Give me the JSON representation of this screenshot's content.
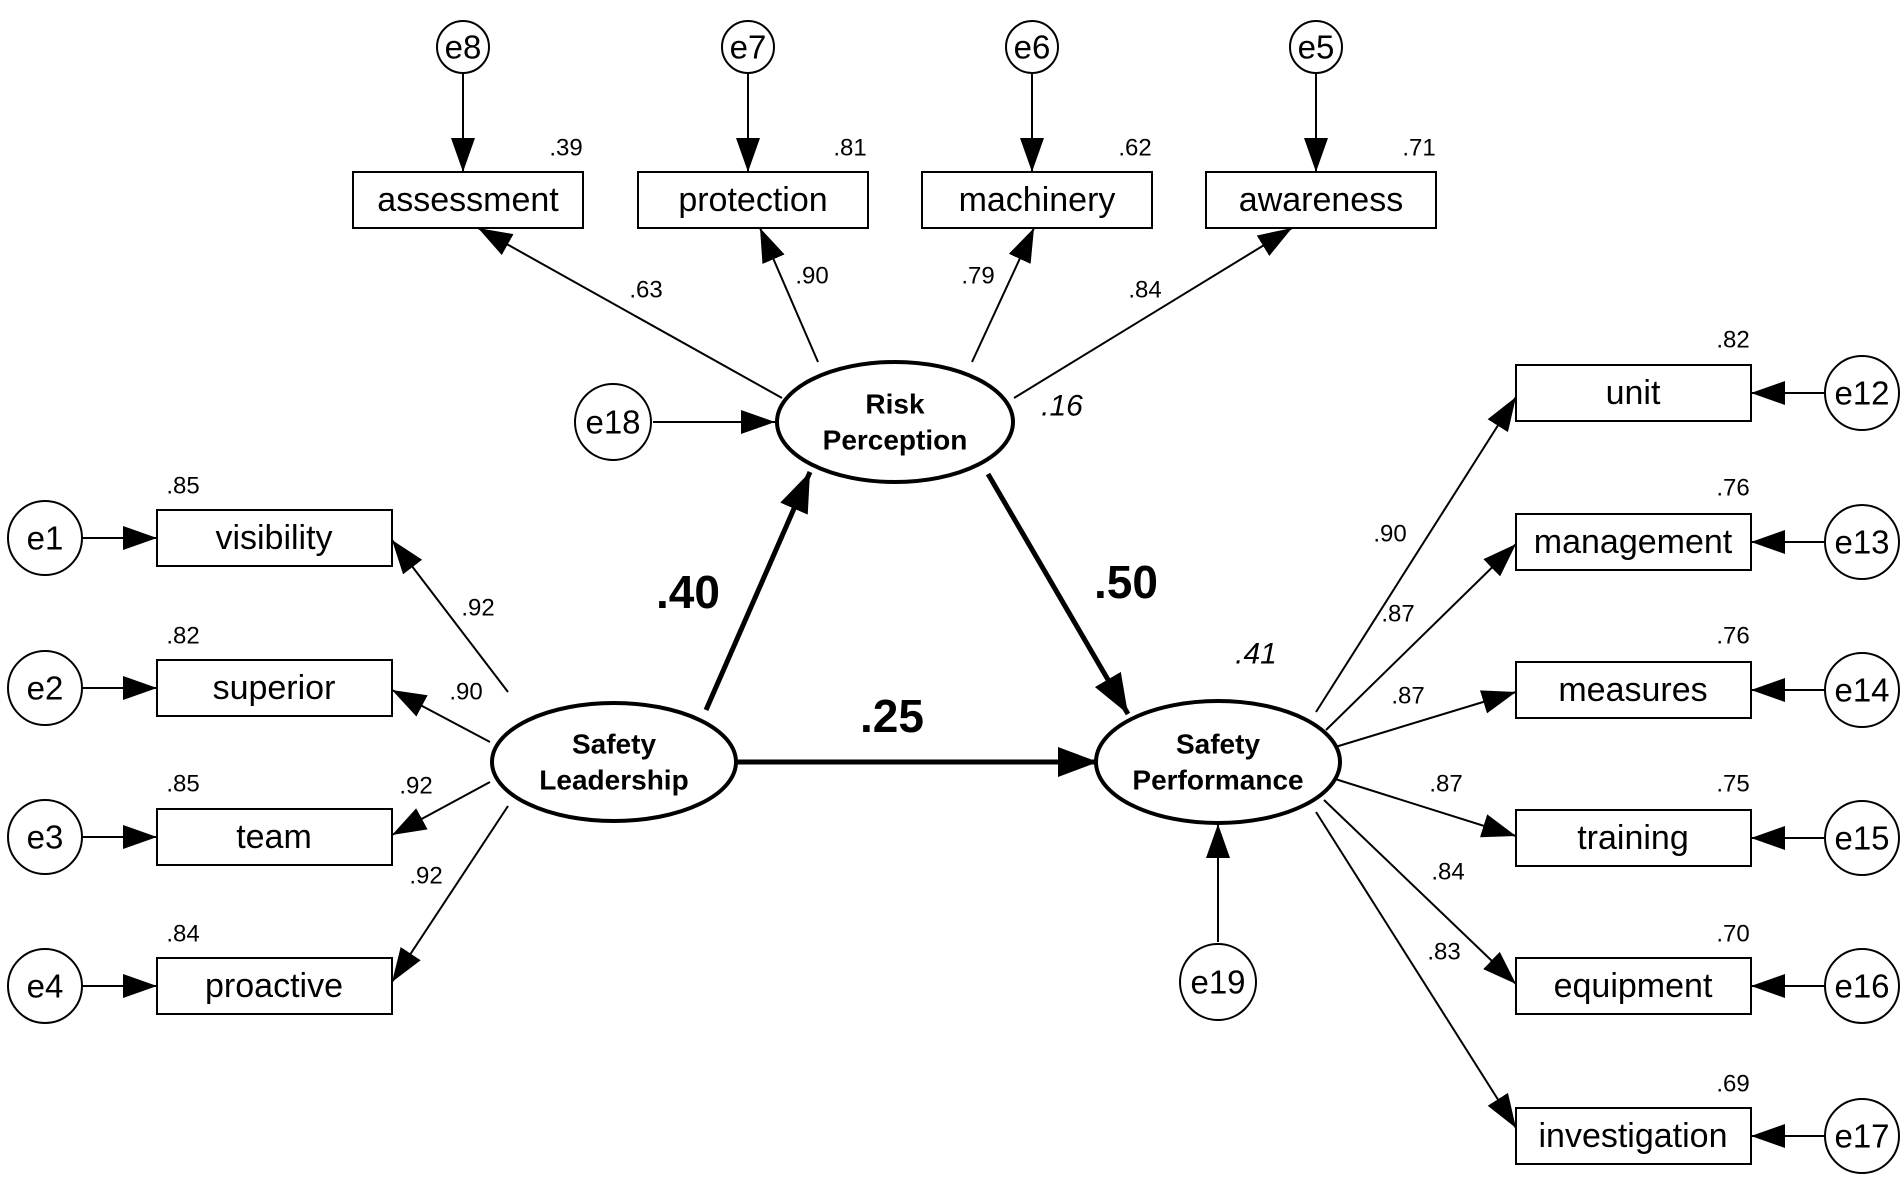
{
  "latents": {
    "risk": {
      "line1": "Risk",
      "line2": "Perception",
      "r2": ".16"
    },
    "lead": {
      "line1": "Safety",
      "line2": "Leadership"
    },
    "perf": {
      "line1": "Safety",
      "line2": "Performance",
      "r2": ".41"
    }
  },
  "disturbances": {
    "e18": "e18",
    "e19": "e19"
  },
  "structural_paths": {
    "lead_to_risk": ".40",
    "risk_to_perf": ".50",
    "lead_to_perf": ".25"
  },
  "risk_indicators": [
    {
      "label": "assessment",
      "error": "e8",
      "r2": ".39",
      "loading": ".63"
    },
    {
      "label": "protection",
      "error": "e7",
      "r2": ".81",
      "loading": ".90"
    },
    {
      "label": "machinery",
      "error": "e6",
      "r2": ".62",
      "loading": ".79"
    },
    {
      "label": "awareness",
      "error": "e5",
      "r2": ".71",
      "loading": ".84"
    }
  ],
  "lead_indicators": [
    {
      "label": "visibility",
      "error": "e1",
      "r2": ".85",
      "loading": ".92"
    },
    {
      "label": "superior",
      "error": "e2",
      "r2": ".82",
      "loading": ".90"
    },
    {
      "label": "team",
      "error": "e3",
      "r2": ".85",
      "loading": ".92"
    },
    {
      "label": "proactive",
      "error": "e4",
      "r2": ".84",
      "loading": ".92"
    }
  ],
  "perf_indicators": [
    {
      "label": "unit",
      "error": "e12",
      "r2": ".82",
      "loading": ".90"
    },
    {
      "label": "management",
      "error": "e13",
      "r2": ".76",
      "loading": ".87"
    },
    {
      "label": "measures",
      "error": "e14",
      "r2": ".76",
      "loading": ".87"
    },
    {
      "label": "training",
      "error": "e15",
      "r2": ".75",
      "loading": ".87"
    },
    {
      "label": "equipment",
      "error": "e16",
      "r2": ".70",
      "loading": ".84"
    },
    {
      "label": "investigation",
      "error": "e17",
      "r2": ".69",
      "loading": ".83"
    }
  ]
}
